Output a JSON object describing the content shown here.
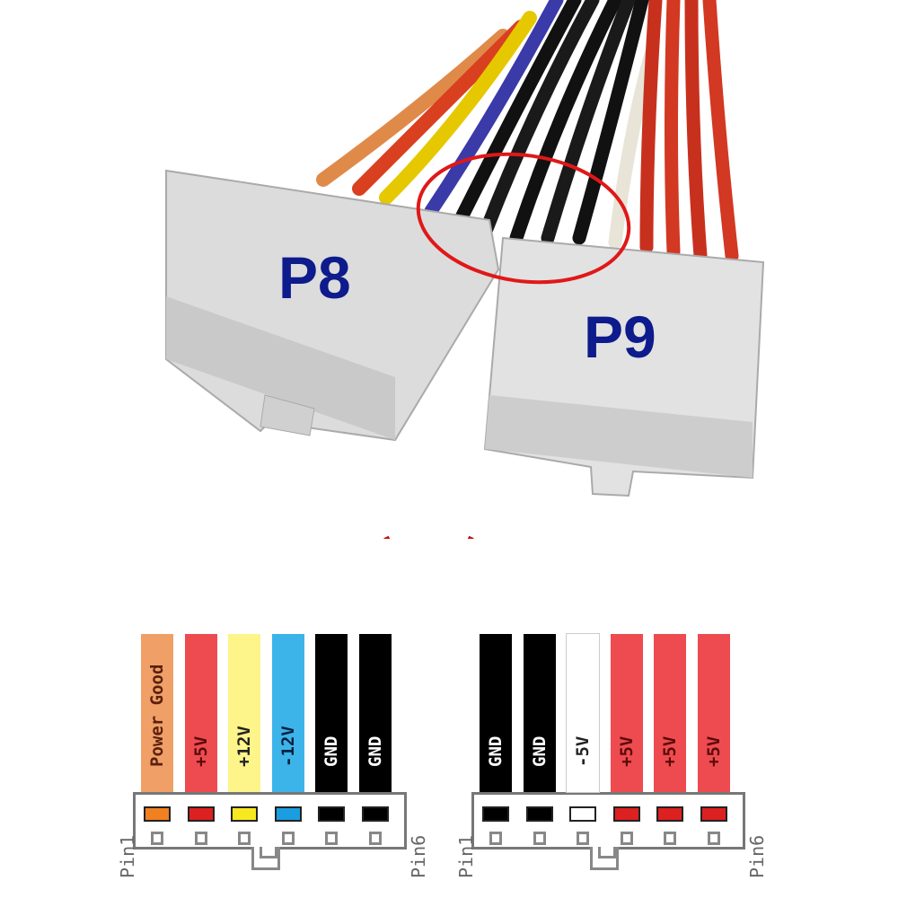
{
  "photo": {
    "connector_left_label": "P8",
    "connector_right_label": "P9"
  },
  "p8": {
    "pin_start_label": "Pin1",
    "pin_end_label": "Pin6",
    "pins": [
      {
        "label": "Power Good",
        "color": "#f0a066",
        "pin_color": "#f08020",
        "text_color": "#5a2010"
      },
      {
        "label": "+5V",
        "color": "#ee4b50",
        "pin_color": "#dd2020",
        "text_color": "#5a0a0a"
      },
      {
        "label": "+12V",
        "color": "#fdf48a",
        "pin_color": "#f8e820",
        "text_color": "#222"
      },
      {
        "label": "-12V",
        "color": "#3cb4ea",
        "pin_color": "#1a9ee0",
        "text_color": "#0b2040"
      },
      {
        "label": "GND",
        "color": "#000000",
        "pin_color": "#000000",
        "text_color": "#fff"
      },
      {
        "label": "GND",
        "color": "#000000",
        "pin_color": "#000000",
        "text_color": "#fff"
      }
    ]
  },
  "p9": {
    "pin_start_label": "Pin1",
    "pin_end_label": "Pin6",
    "pins": [
      {
        "label": "GND",
        "color": "#000000",
        "pin_color": "#000000",
        "text_color": "#fff"
      },
      {
        "label": "GND",
        "color": "#000000",
        "pin_color": "#000000",
        "text_color": "#fff"
      },
      {
        "label": "-5V",
        "color": "#ffffff",
        "pin_color": "#ffffff",
        "text_color": "#222"
      },
      {
        "label": "+5V",
        "color": "#ee4b50",
        "pin_color": "#dd2020",
        "text_color": "#5a0a0a"
      },
      {
        "label": "+5V",
        "color": "#ee4b50",
        "pin_color": "#dd2020",
        "text_color": "#5a0a0a"
      },
      {
        "label": "+5V",
        "color": "#ee4b50",
        "pin_color": "#dd2020",
        "text_color": "#5a0a0a"
      }
    ]
  }
}
